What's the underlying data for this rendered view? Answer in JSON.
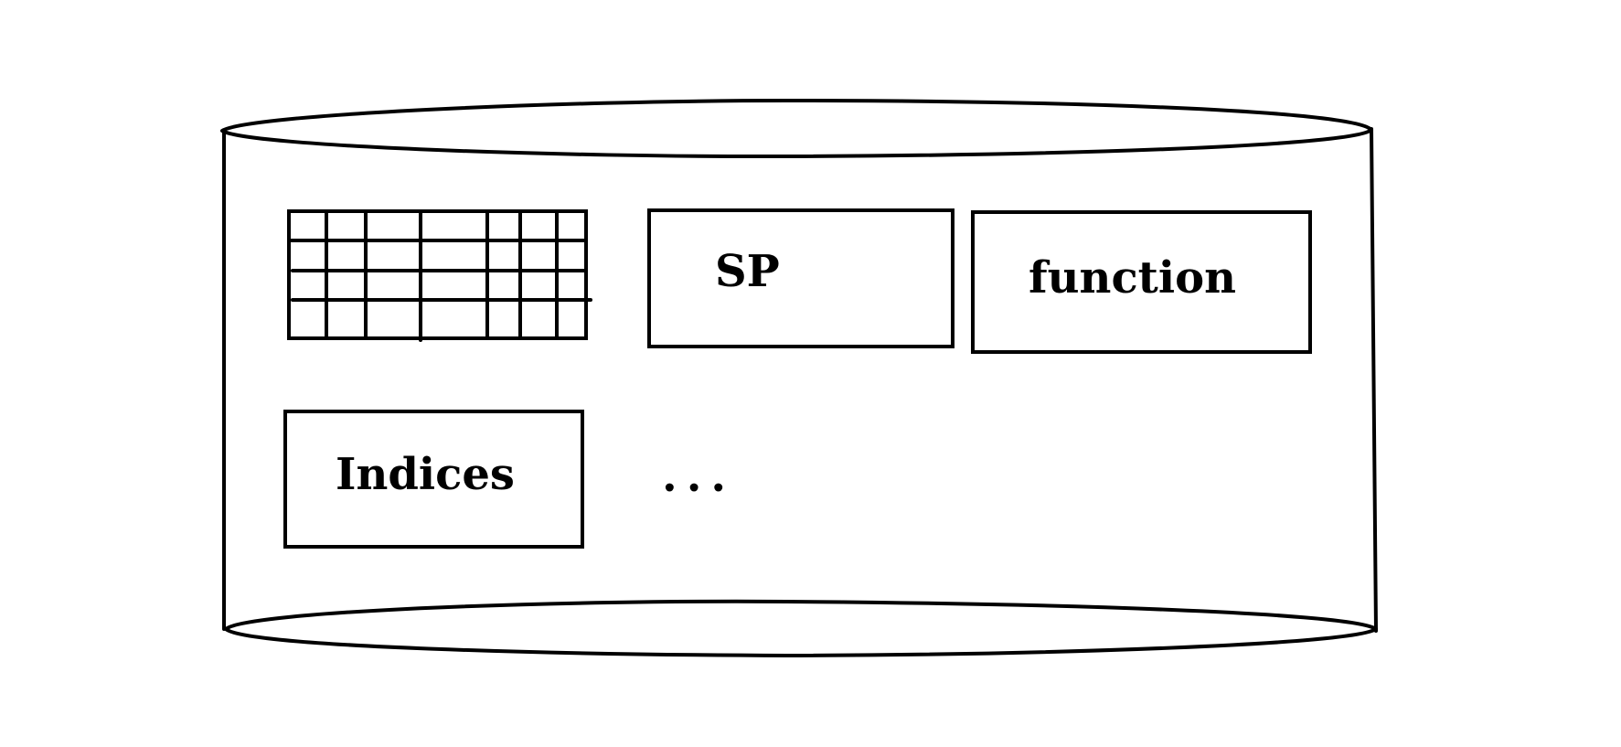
{
  "diagram": {
    "shape": "database-cylinder",
    "components": [
      {
        "id": "table",
        "icon": "table-grid-icon"
      },
      {
        "id": "sp",
        "label": "SP"
      },
      {
        "id": "function",
        "label": "function"
      },
      {
        "id": "indices",
        "label": "Indices"
      },
      {
        "id": "more",
        "label": "..."
      }
    ],
    "colors": {
      "stroke": "#000000",
      "background": "#ffffff"
    }
  }
}
